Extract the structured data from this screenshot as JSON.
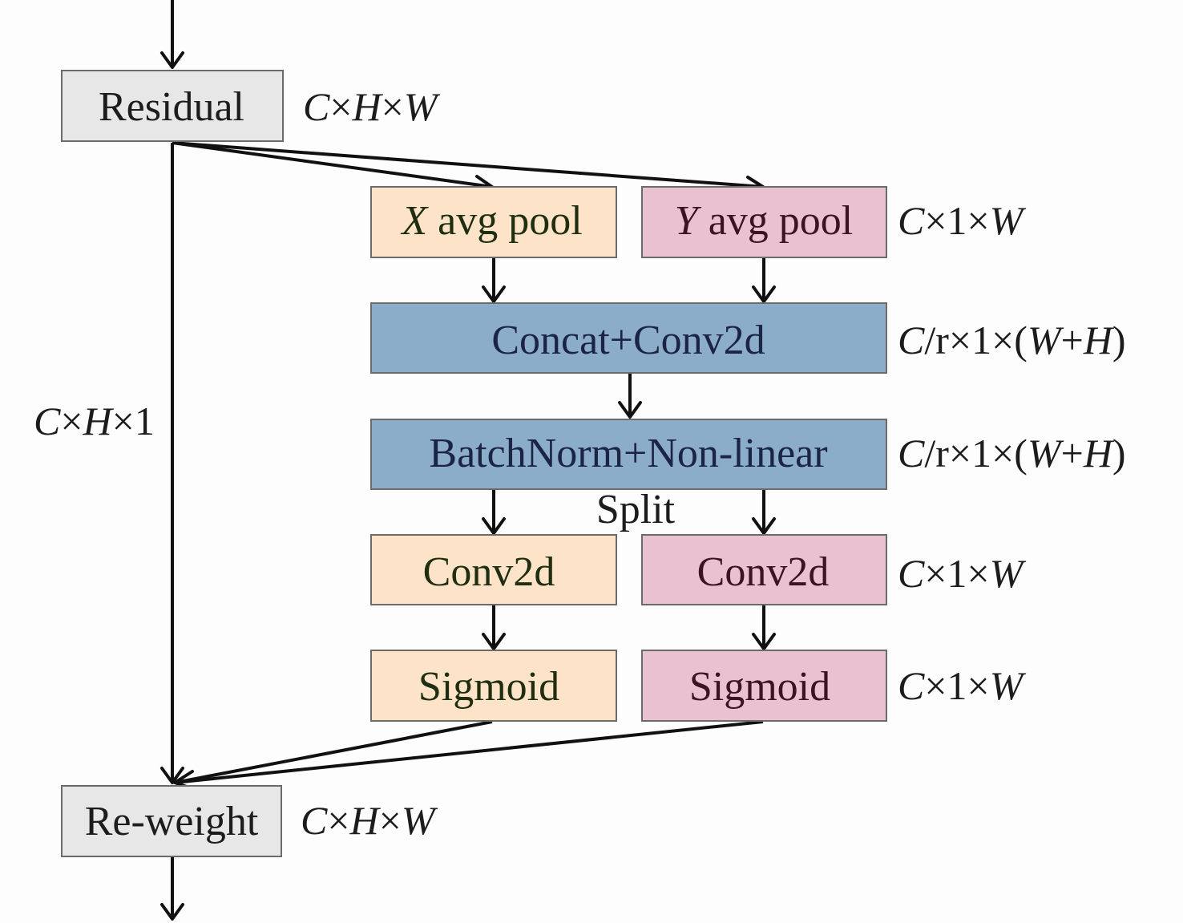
{
  "nodes": {
    "residual": "Residual",
    "x_pool_var": "X",
    "x_pool_rest": " avg pool",
    "y_pool_var": "Y",
    "y_pool_rest": " avg pool",
    "concat_conv": "Concat+Conv2d",
    "batchnorm": "BatchNorm+Non-linear",
    "split": "Split",
    "conv2d_x": "Conv2d",
    "conv2d_y": "Conv2d",
    "sigmoid_x": "Sigmoid",
    "sigmoid_y": "Sigmoid",
    "reweight": "Re-weight"
  },
  "dims": {
    "residual": [
      "C",
      "×",
      "H",
      "×",
      "W"
    ],
    "pool": [
      "C",
      "×1×",
      "W"
    ],
    "concat": [
      "C",
      "/r×1×(",
      "W",
      "+",
      "H",
      ")"
    ],
    "batchnorm": [
      "C",
      "/r×1×(",
      "W",
      "+",
      "H",
      ")"
    ],
    "conv": [
      "C",
      "×1×",
      "W"
    ],
    "sigmoid": [
      "C",
      "×1×",
      "W"
    ],
    "skip": [
      "C",
      "×",
      "H",
      "×1"
    ],
    "reweight": [
      "C",
      "×",
      "H",
      "×",
      "W"
    ]
  },
  "colors": {
    "io_box": "#e7e7e7",
    "x_branch": "#fde3c8",
    "y_branch": "#e9c1d1",
    "shared": "#8badc9"
  }
}
